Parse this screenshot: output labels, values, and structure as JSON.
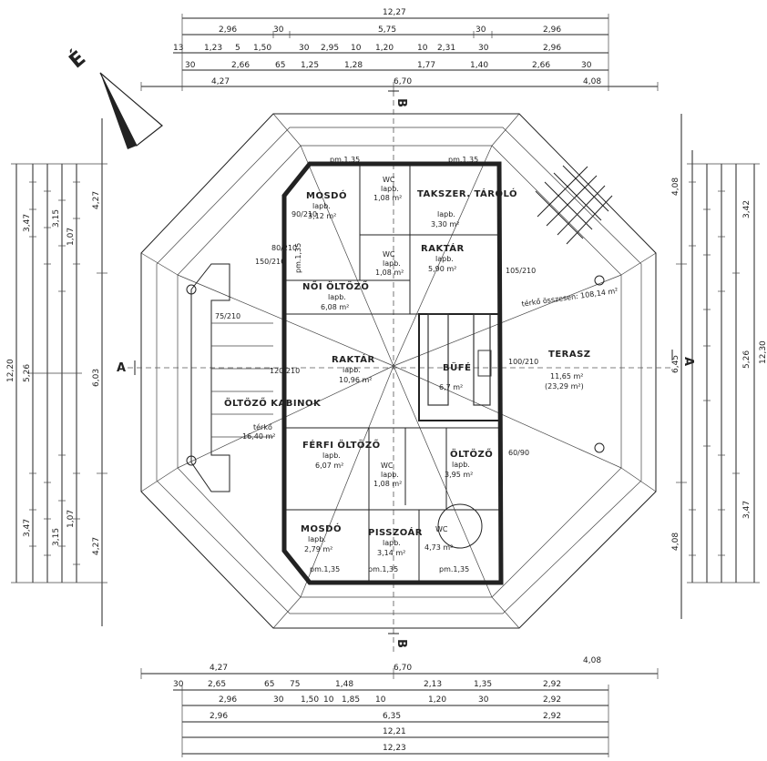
{
  "north_label": "É",
  "section_labels": {
    "a_left": "A",
    "a_right": "A",
    "b_top": "B",
    "b_bottom": "B"
  },
  "top_dims": {
    "r1": [
      "12,27"
    ],
    "r2": [
      "2,96",
      "30",
      "5,75",
      "30",
      "2,96"
    ],
    "r3": [
      "13",
      "1,23",
      "5",
      "1,50",
      "30",
      "2,95",
      "10",
      "1,20",
      "10",
      "2,31",
      "30",
      "2,96"
    ],
    "r4": [
      "30",
      "2,66",
      "65",
      "1,25",
      "1,28",
      "1,77",
      "1,40",
      "2,66",
      "30"
    ],
    "r5": [
      "4,27",
      "6,70",
      "4,08"
    ]
  },
  "bottom_dims": {
    "r1": [
      "4,27",
      "6,70",
      "4,08"
    ],
    "r2": [
      "30",
      "2,65",
      "65",
      "75",
      "1,48",
      "2,13",
      "1,35",
      "2,92"
    ],
    "r3": [
      "2,96",
      "30",
      "1,50",
      "10",
      "1,85",
      "10",
      "1,20",
      "30",
      "2,92"
    ],
    "r4": [
      "2,96",
      "6,35",
      "2,92"
    ],
    "r5": [
      "12,21"
    ],
    "r6": [
      "12,23"
    ]
  },
  "left_dims": {
    "c1": "12,20",
    "c2": "5,26",
    "c3": [
      "3,47",
      "3,47"
    ],
    "c4": [
      "3,15",
      "3,15"
    ],
    "c5": [
      "1,07",
      "1,07"
    ],
    "c6": [
      "4,27",
      "6,03",
      "4,27"
    ]
  },
  "right_dims": {
    "c1": "12,30",
    "c2": [
      "3,42",
      "5,26",
      "3,47"
    ],
    "c3": [
      "4,08",
      "6,45",
      "4,08"
    ]
  },
  "rooms": [
    {
      "name": "MOSDÓ",
      "sub": "lapb.",
      "area": "3,12 m²"
    },
    {
      "name": "WC",
      "sub": "lapb.",
      "area": "1,08 m²"
    },
    {
      "name": "TAKSZER. TÁROLÓ",
      "sub": "lapb.",
      "area": "3,30 m²"
    },
    {
      "name": "WC",
      "sub": "lapb.",
      "area": "1,08 m²"
    },
    {
      "name": "RAKTÁR",
      "sub": "lapb.",
      "area": "5,90 m²"
    },
    {
      "name": "NŐI ÖLTÖZŐ",
      "sub": "lapb.",
      "area": "6,08 m²"
    },
    {
      "name": "RAKTÁR",
      "sub": "lapb.",
      "area": "10,96 m²"
    },
    {
      "name": "BÜFÉ",
      "sub": "",
      "area": "6,7 m²"
    },
    {
      "name": "ÖLTÖZŐ KABINOK",
      "sub": "térkő",
      "area": "16,40 m²"
    },
    {
      "name": "FÉRFI ÖLTÖZŐ",
      "sub": "lapb.",
      "area": "6,07 m²"
    },
    {
      "name": "WC",
      "sub": "lapb.",
      "area": "1,08 m²"
    },
    {
      "name": "ÖLTÖZŐ",
      "sub": "lapb.",
      "area": "3,95 m²"
    },
    {
      "name": "MOSDÓ",
      "sub": "lapb.",
      "area": "2,79 m²"
    },
    {
      "name": "PISSZOÁR",
      "sub": "lapb.",
      "area": "3,14 m²"
    },
    {
      "name": "WC",
      "sub": "",
      "area": "4,73 m²"
    }
  ],
  "terrace": {
    "name": "TERASZ",
    "area": "11,65 m²",
    "area2": "(23,29 m²)"
  },
  "paving_note": "térkő összesen: 108,14 m²",
  "door_tags": [
    "90/210",
    "75/210",
    "100/210",
    "120/210",
    "60/90",
    "105/210",
    "150/210",
    "80/210"
  ],
  "parapet_labels": [
    "pm.1,35",
    "pm.1,35",
    "pm.1,35",
    "pm.1,35",
    "pm.1,35",
    "pm.1,35"
  ]
}
